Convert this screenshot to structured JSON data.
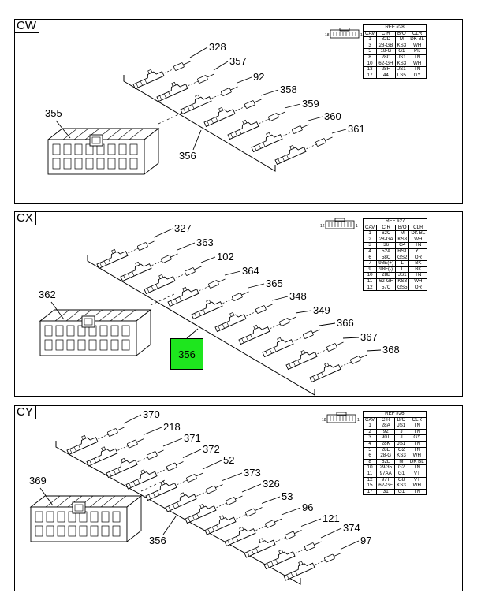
{
  "colors": {
    "highlight": "#1ee61e",
    "ink": "#000000"
  },
  "panels": [
    {
      "label": "CW",
      "ref": "REF #28",
      "headers": [
        "CAV",
        "CIR",
        "B/O",
        "CLR"
      ],
      "rows": [
        [
          "1",
          "82D",
          "M",
          "DK BL"
        ],
        [
          "3",
          "28-GB",
          "KS3",
          "WH"
        ],
        [
          "5",
          "18-G",
          "G1",
          "PK"
        ],
        [
          "8",
          "28C",
          "JS1",
          "TN"
        ],
        [
          "10",
          "62-GH",
          "KS3",
          "WH"
        ],
        [
          "13",
          "28H",
          "JS1",
          "TN"
        ],
        [
          "17",
          "44",
          "LS5",
          "GY"
        ]
      ],
      "connector_callout": "355",
      "row_callout": "356",
      "terminal_callouts": [
        "328",
        "357",
        "92",
        "358",
        "359",
        "360",
        "361"
      ]
    },
    {
      "label": "CX",
      "ref": "REF #27",
      "headers": [
        "CAV",
        "CIR",
        "B/O",
        "CLR"
      ],
      "rows": [
        [
          "1",
          "62C",
          "M",
          "DK BL"
        ],
        [
          "2",
          "28-GA",
          "KS3",
          "WH"
        ],
        [
          "3",
          "36",
          "G4",
          "TN"
        ],
        [
          "4",
          "52A",
          "RS1",
          "YL"
        ],
        [
          "6",
          "58C",
          "GS2",
          "OR"
        ],
        [
          "7",
          "98E(+)",
          "L",
          "BK"
        ],
        [
          "9",
          "98F(-)",
          "L",
          "BK"
        ],
        [
          "10",
          "28B",
          "JS1",
          "TN"
        ],
        [
          "11",
          "62-GF",
          "KS3",
          "WH"
        ],
        [
          "12",
          "57C",
          "GS5",
          "OR"
        ]
      ],
      "connector_callout": "362",
      "row_callout": "356",
      "terminal_callouts": [
        "327",
        "363",
        "102",
        "364",
        "365",
        "348",
        "349",
        "366",
        "367",
        "368"
      ]
    },
    {
      "label": "CY",
      "ref": "REF #26",
      "headers": [
        "CAV",
        "CIR",
        "B/O",
        "CLR"
      ],
      "rows": [
        [
          "1",
          "28A",
          "JS1",
          "TN"
        ],
        [
          "2",
          "92",
          "J",
          "TN"
        ],
        [
          "3",
          "90T",
          "J",
          "GY"
        ],
        [
          "4",
          "28K",
          "JS1",
          "TN"
        ],
        [
          "5",
          "28E",
          "G2",
          "TN"
        ],
        [
          "6",
          "28-G",
          "KS3",
          "WH"
        ],
        [
          "8",
          "62L",
          "M",
          "DK BL"
        ],
        [
          "10",
          "29/35",
          "G2",
          "TN"
        ],
        [
          "11",
          "97AA",
          "G1",
          "VT"
        ],
        [
          "12",
          "97T",
          "G8",
          "VT"
        ],
        [
          "15",
          "62-GE",
          "KS3",
          "WH"
        ],
        [
          "17",
          "31",
          "G1",
          "TN"
        ]
      ],
      "connector_callout": "369",
      "row_callout": "356",
      "terminal_callouts": [
        "370",
        "218",
        "371",
        "372",
        "52",
        "373",
        "326",
        "53",
        "96",
        "121",
        "374",
        "97"
      ]
    }
  ]
}
